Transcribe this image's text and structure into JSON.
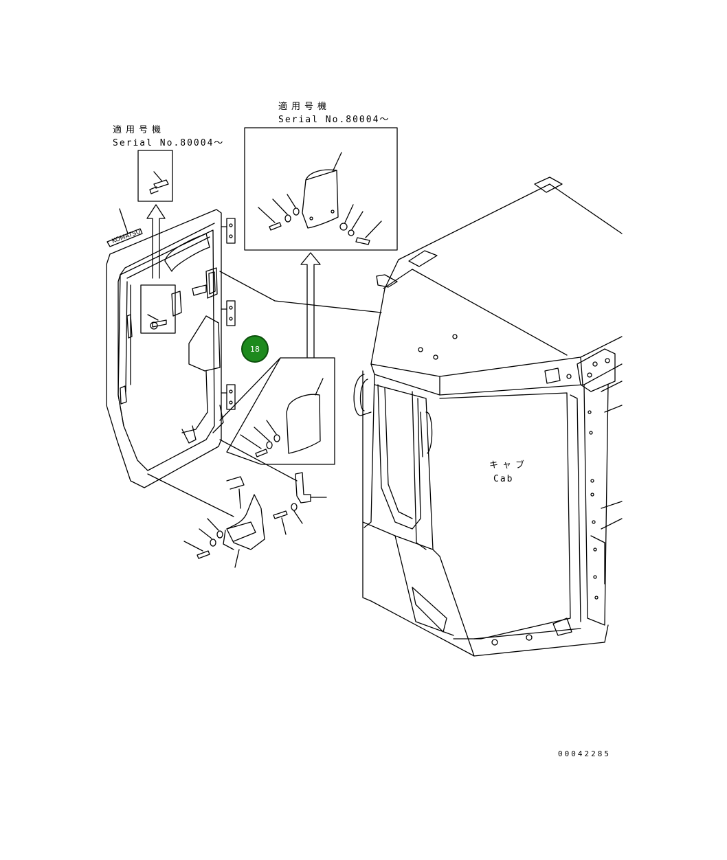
{
  "callouts": {
    "left_serial": {
      "line1": "適用号機",
      "line2": "Serial No.80004～"
    },
    "right_serial": {
      "line1": "適用号機",
      "line2": "Serial No.80004～"
    }
  },
  "cab_label": {
    "jp": "キャブ",
    "en": "Cab"
  },
  "part_badge": {
    "number": "18",
    "color": "#1d8a1d"
  },
  "drawing_number": "00042285"
}
